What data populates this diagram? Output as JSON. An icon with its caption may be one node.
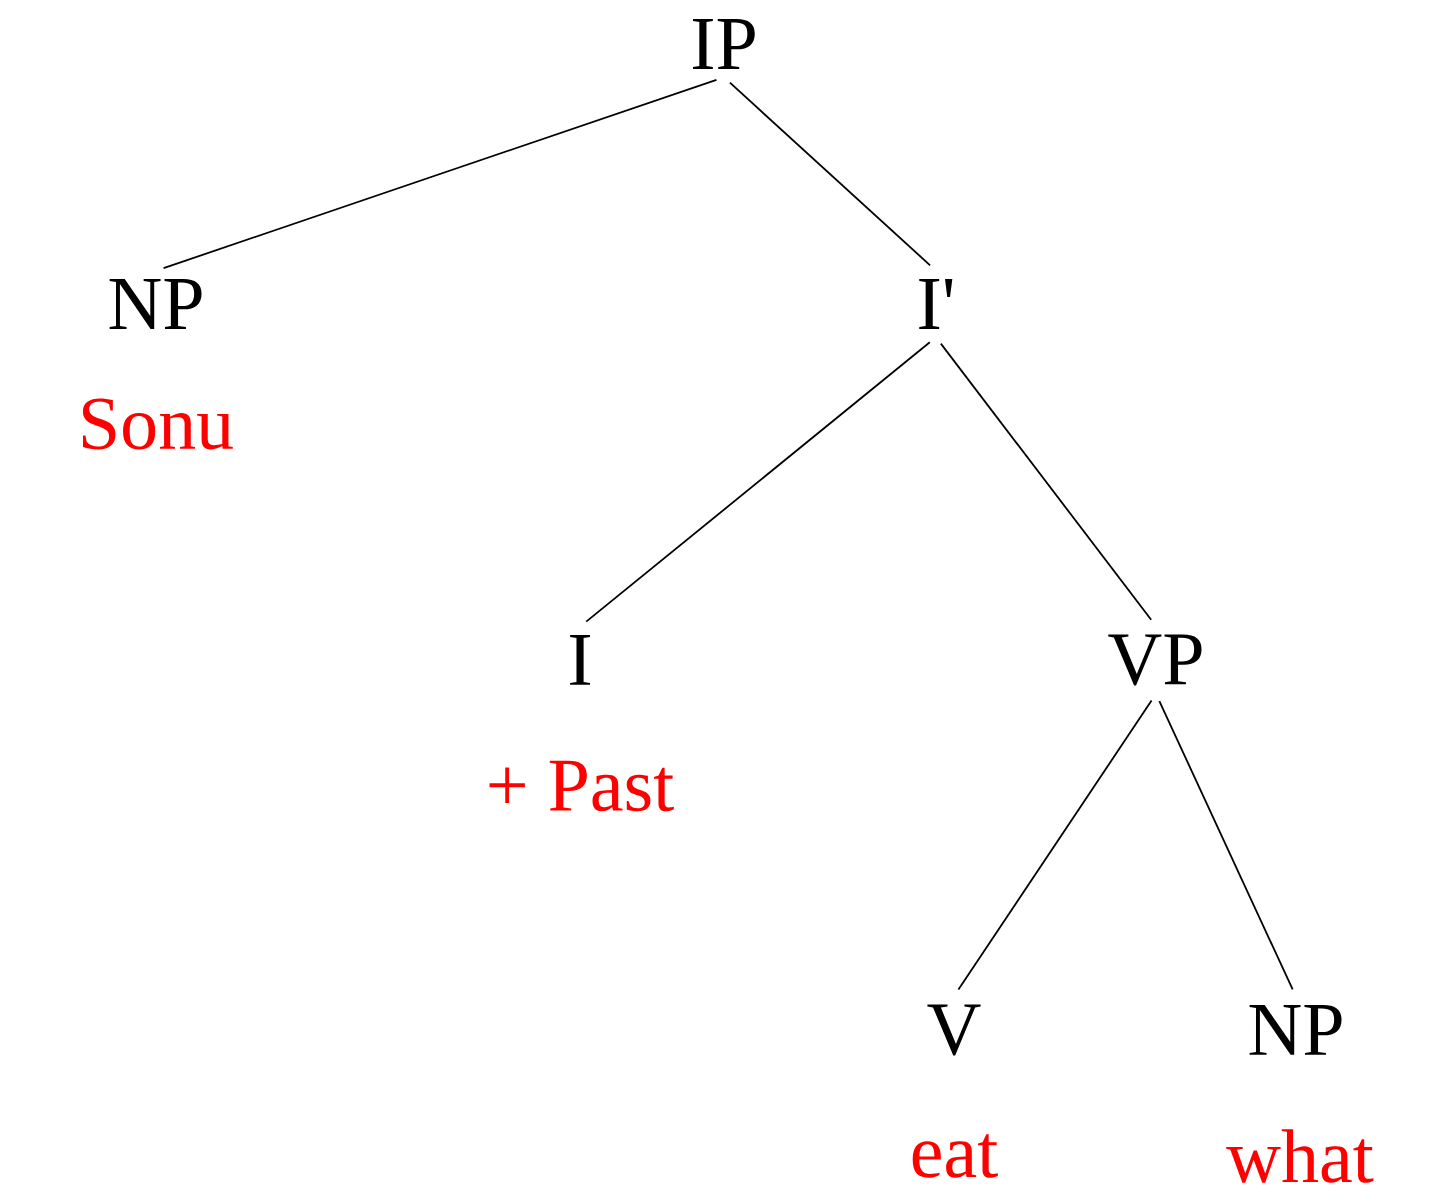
{
  "diagram": {
    "nodes": [
      {
        "text": [
          "IP"
        ]
      },
      {
        "text": [
          "NP"
        ],
        "beside": [
          "Sonu"
        ]
      },
      {
        "text": [
          "I'"
        ]
      },
      {
        "text": [
          "I"
        ],
        "beside": [
          "+ Past"
        ]
      },
      {
        "text": [
          "VP"
        ]
      },
      {
        "text": [
          "V"
        ],
        "beside": [
          "eat"
        ]
      },
      {
        "text": [
          "NP"
        ],
        "beside": [
          "what"
        ]
      }
    ],
    "edges": [
      {
        "from": 0,
        "to": 1,
        "arrow": "none"
      },
      {
        "from": 0,
        "to": 2,
        "arrow": "none"
      },
      {
        "from": 2,
        "to": 3,
        "arrow": "none"
      },
      {
        "from": 2,
        "to": 4,
        "arrow": "none"
      },
      {
        "from": 4,
        "to": 5,
        "arrow": "none"
      },
      {
        "from": 4,
        "to": 6,
        "arrow": "none"
      }
    ]
  }
}
